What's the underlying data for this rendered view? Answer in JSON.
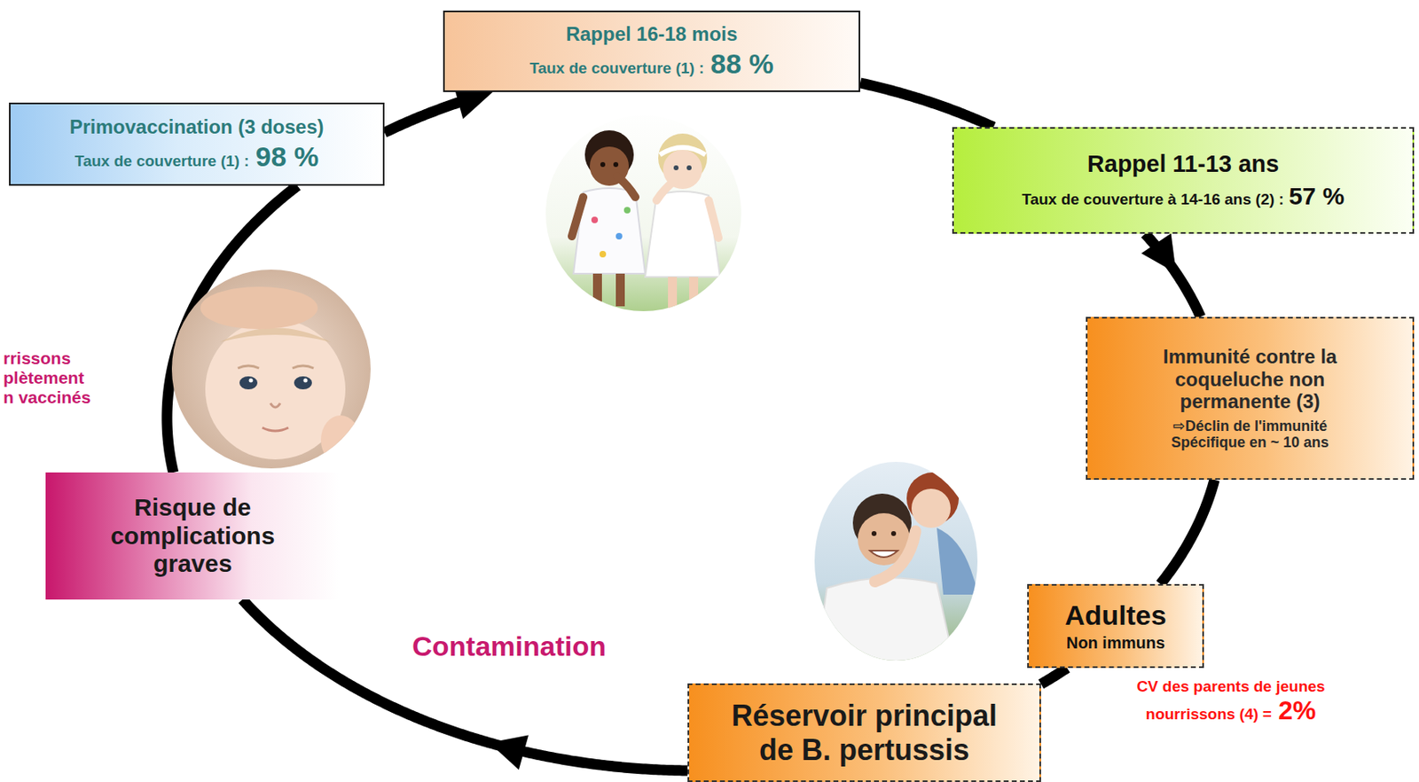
{
  "diagram": {
    "nodes": [
      {
        "text": [
          "Primovaccination (3 doses)",
          "Taux de couverture (1) :",
          "98 %"
        ]
      },
      {
        "text": [
          "Rappel 16-18 mois",
          "Taux de couverture (1) :",
          "88 %"
        ]
      },
      {
        "text": [
          "Rappel 11-13 ans",
          "Taux de couverture à 14-16 ans (2) :",
          "57 %"
        ]
      },
      {
        "text": [
          "Immunité contre la coqueluche non permanente (3)",
          "⇨Déclin de l'immunité Spécifique en ~ 10 ans"
        ]
      },
      {
        "text": [
          "Adultes",
          "Non immuns"
        ]
      },
      {
        "text": [
          "Réservoir principal de B. pertussis"
        ]
      },
      {
        "text": [
          "Risque de complications graves"
        ]
      }
    ],
    "edges": [
      {
        "from": 0,
        "to": 1,
        "arrow": "to"
      },
      {
        "from": 1,
        "to": 2,
        "arrow": "none"
      },
      {
        "from": 2,
        "to": 3,
        "arrow": "to"
      },
      {
        "from": 3,
        "to": 4,
        "arrow": "none"
      },
      {
        "from": 4,
        "to": 5,
        "arrow": "none"
      },
      {
        "from": 5,
        "to": 6,
        "label": "Contamination",
        "arrow": "to"
      },
      {
        "from": 6,
        "to": 0,
        "arrow": "none"
      }
    ],
    "labels": [
      "rrissons plètement n vaccinés",
      "CV des parents de jeunes nourrissons (4) =",
      "2%"
    ]
  }
}
